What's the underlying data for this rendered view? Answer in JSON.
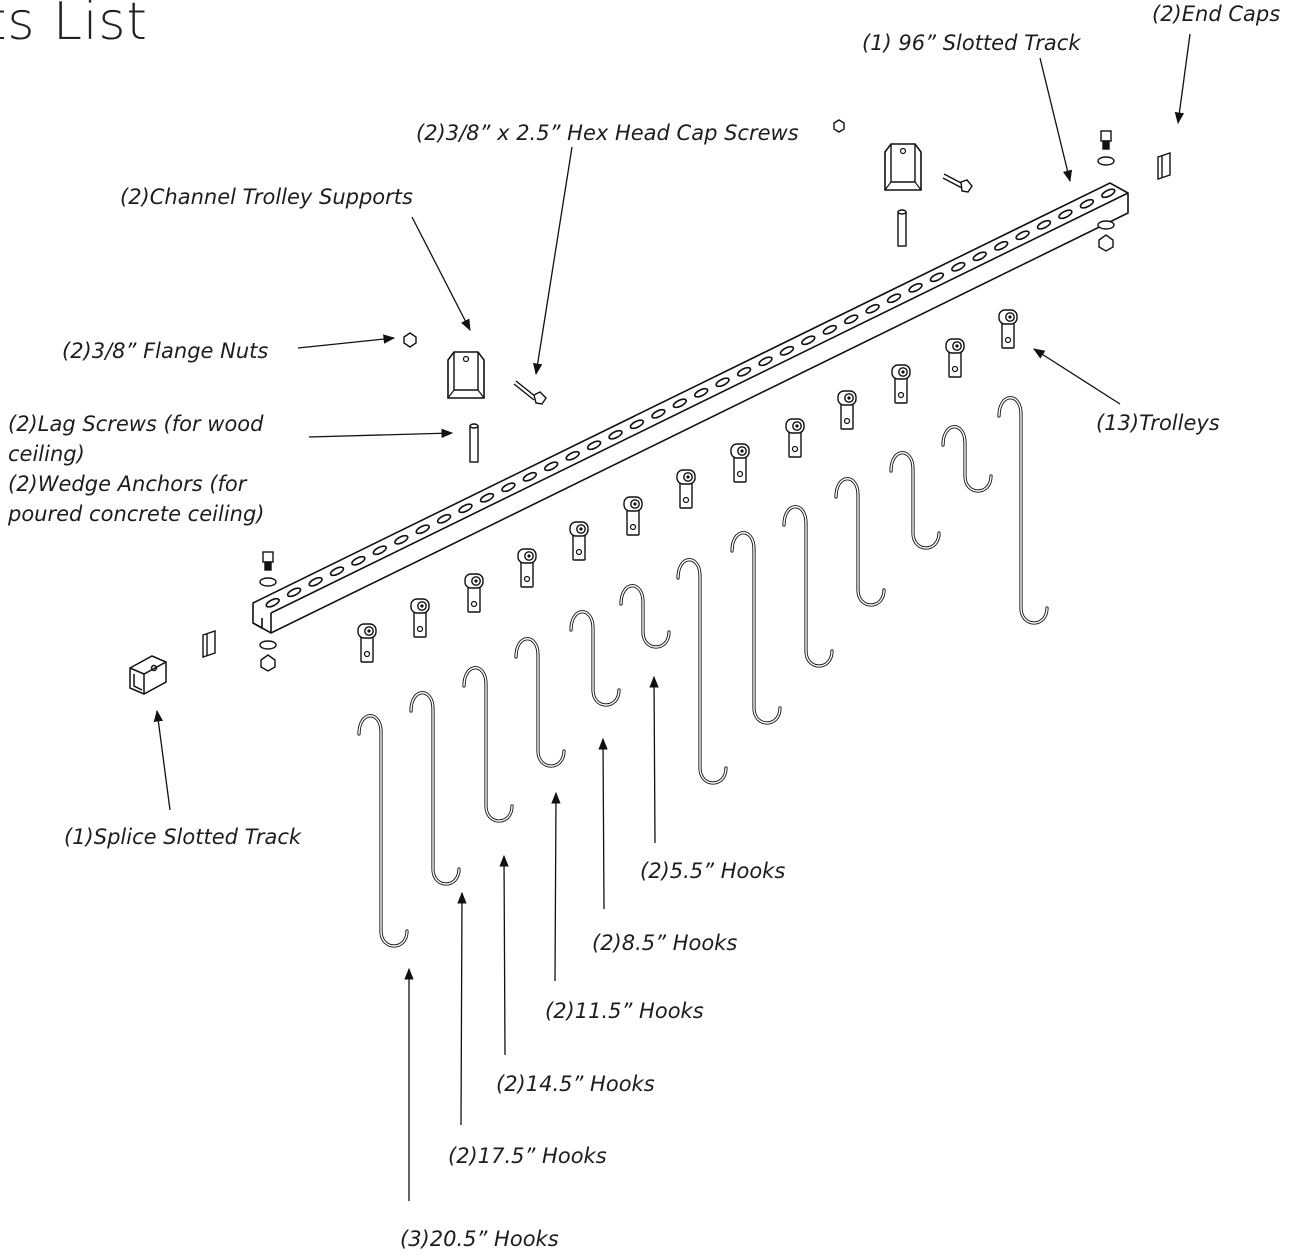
{
  "title": "ts List",
  "labels": {
    "track": "(1) 96” Slotted Track",
    "end_caps": "(2)End Caps",
    "hex_screws": "(2)3/8” x 2.5” Hex Head Cap Screws",
    "channel_supports": "(2)Channel Trolley Supports",
    "flange_nuts": "(2)3/8” Flange Nuts",
    "lag_screws": "(2)Lag Screws (for wood ceiling)",
    "wedge_anchors": "(2)Wedge Anchors (for poured concrete ceiling)",
    "trolleys": "(13)Trolleys",
    "splice": "(1)Splice Slotted Track",
    "hook_5_5": "(2)5.5” Hooks",
    "hook_8_5": "(2)8.5” Hooks",
    "hook_11_5": "(2)11.5” Hooks",
    "hook_14_5": "(2)14.5” Hooks",
    "hook_17_5": "(2)17.5” Hooks",
    "hook_20_5": "(3)20.5” Hooks"
  }
}
